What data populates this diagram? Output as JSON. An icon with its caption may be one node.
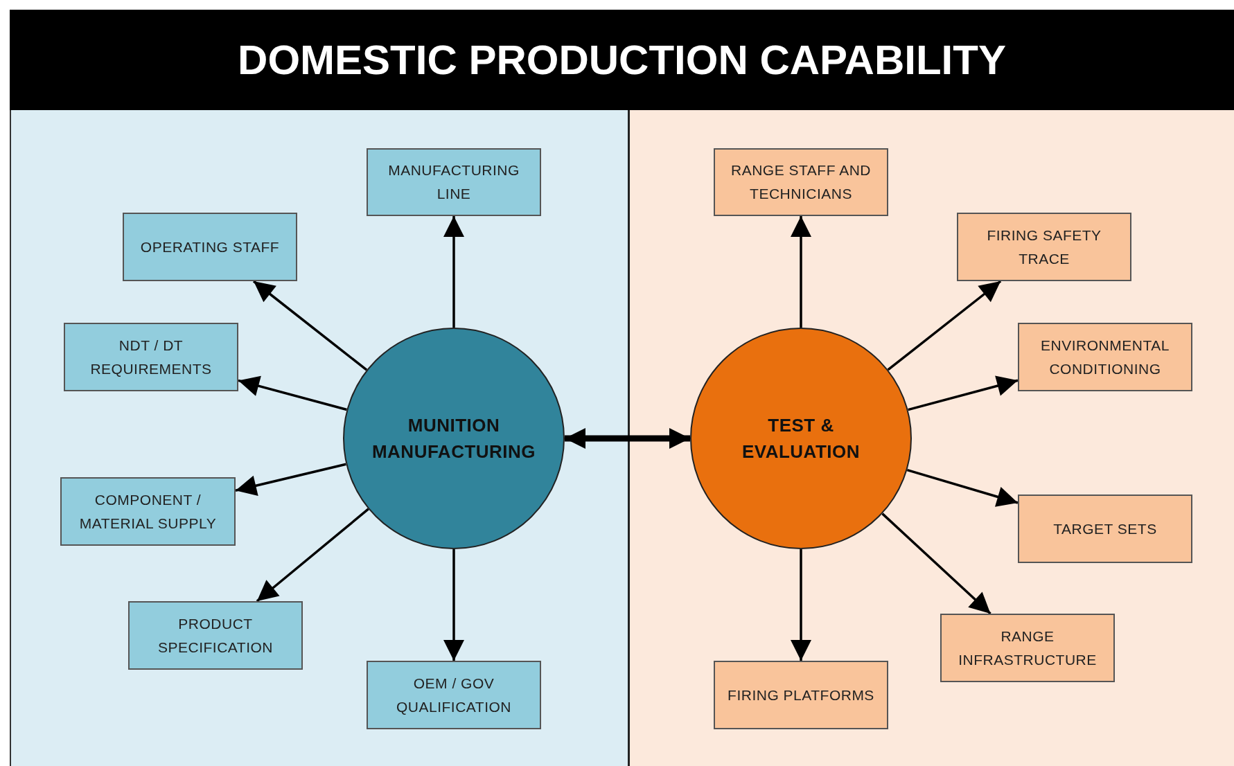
{
  "diagram": {
    "title": "DOMESTIC PRODUCTION CAPABILITY",
    "nodes": [
      {
        "text": [
          "MUNITION MANUFACTURING"
        ]
      },
      {
        "text": [
          "MANUFACTURING LINE"
        ]
      },
      {
        "text": [
          "OPERATING STAFF"
        ]
      },
      {
        "text": [
          "NDT / DT REQUIREMENTS"
        ]
      },
      {
        "text": [
          "COMPONENT / MATERIAL SUPPLY"
        ]
      },
      {
        "text": [
          "PRODUCT SPECIFICATION"
        ]
      },
      {
        "text": [
          "OEM / GOV QUALIFICATION"
        ]
      },
      {
        "text": [
          "TEST & EVALUATION"
        ]
      },
      {
        "text": [
          "RANGE STAFF AND TECHNICIANS"
        ]
      },
      {
        "text": [
          "FIRING SAFETY TRACE"
        ]
      },
      {
        "text": [
          "ENVIRONMENTAL CONDITIONING"
        ]
      },
      {
        "text": [
          "TARGET SETS"
        ]
      },
      {
        "text": [
          "RANGE INFRASTRUCTURE"
        ]
      },
      {
        "text": [
          "FIRING PLATFORMS"
        ]
      }
    ],
    "edges": [
      {
        "from": 0,
        "to": 1,
        "arrow": "to"
      },
      {
        "from": 0,
        "to": 2,
        "arrow": "to"
      },
      {
        "from": 0,
        "to": 3,
        "arrow": "to"
      },
      {
        "from": 0,
        "to": 4,
        "arrow": "to"
      },
      {
        "from": 0,
        "to": 5,
        "arrow": "to"
      },
      {
        "from": 0,
        "to": 6,
        "arrow": "to"
      },
      {
        "from": 0,
        "to": 7,
        "arrow": "both",
        "style": "thick"
      },
      {
        "from": 7,
        "to": 8,
        "arrow": "to"
      },
      {
        "from": 7,
        "to": 9,
        "arrow": "to"
      },
      {
        "from": 7,
        "to": 10,
        "arrow": "to"
      },
      {
        "from": 7,
        "to": 11,
        "arrow": "to"
      },
      {
        "from": 7,
        "to": 12,
        "arrow": "to"
      },
      {
        "from": 7,
        "to": 13,
        "arrow": "to"
      }
    ]
  }
}
